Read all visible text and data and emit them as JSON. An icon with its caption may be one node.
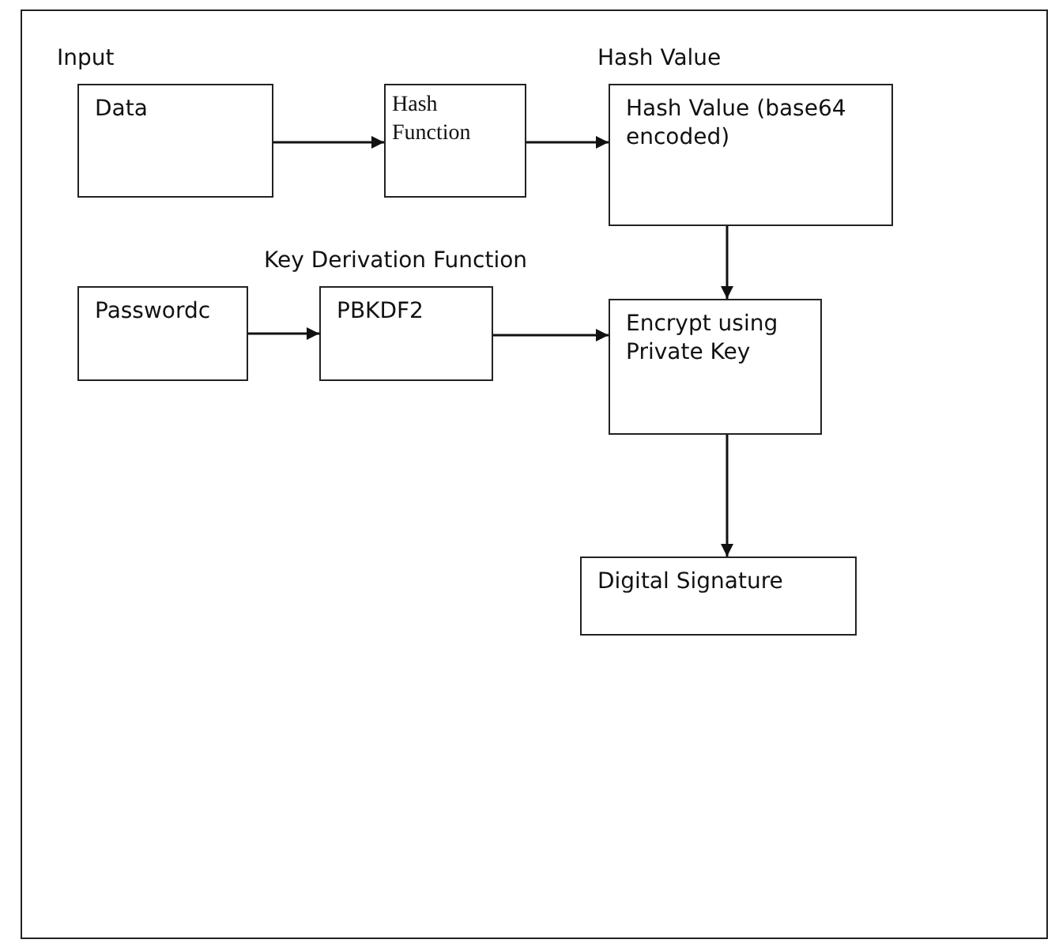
{
  "diagram": {
    "nodes": [
      {
        "text": [
          "Input",
          "Data"
        ]
      },
      {
        "text": [
          "Hash Function"
        ]
      },
      {
        "text": [
          "Hash Value",
          "Hash Value (base64 encoded)"
        ]
      },
      {
        "text": [
          "Passwordc"
        ]
      },
      {
        "text": [
          "Key Derivation Function",
          "PBKDF2"
        ]
      },
      {
        "text": [
          "Encrypt using Private Key"
        ]
      },
      {
        "text": [
          "Digital Signature"
        ]
      }
    ],
    "edges": [
      {
        "from": 0,
        "to": 1,
        "arrow": "to"
      },
      {
        "from": 1,
        "to": 2,
        "arrow": "to"
      },
      {
        "from": 2,
        "to": 5,
        "arrow": "to"
      },
      {
        "from": 3,
        "to": 4,
        "arrow": "to"
      },
      {
        "from": 4,
        "to": 5,
        "arrow": "to"
      },
      {
        "from": 5,
        "to": 6,
        "arrow": "to"
      }
    ]
  }
}
